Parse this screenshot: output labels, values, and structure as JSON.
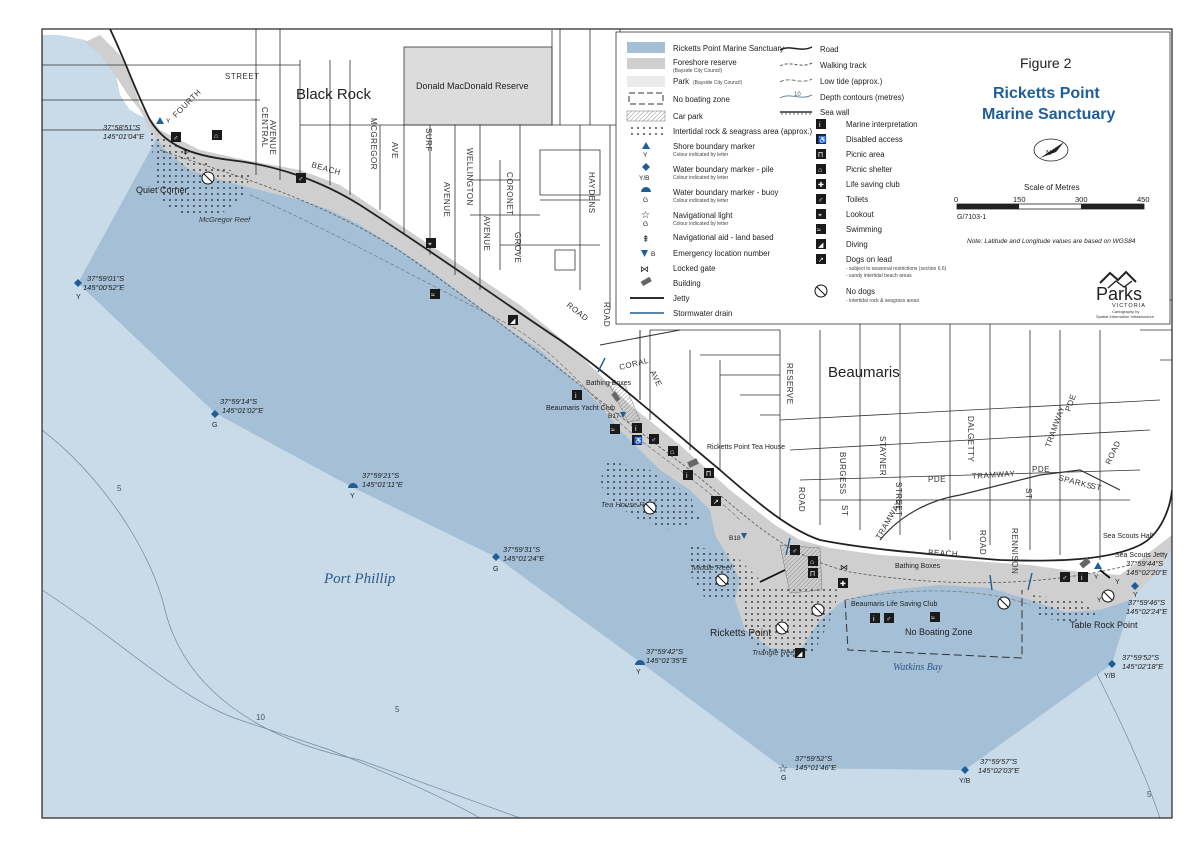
{
  "figure": {
    "label": "Figure 2",
    "title_line1": "Ricketts Point",
    "title_line2": "Marine Sanctuary",
    "title_color": "#1f5e96",
    "scale_title": "Scale of Metres",
    "scale_ticks": [
      "0",
      "150",
      "300",
      "450"
    ],
    "ref": "G/7103-1",
    "note": "Note: Latitude and Longitude values are based on WGS84",
    "brand": "Parks",
    "brand_sub": "VICTORIA",
    "credit_line1": "Cartography by",
    "credit_line2": "Spatial Information Infrastructure"
  },
  "colors": {
    "sanctuary": "#a4bfd6",
    "sea": "#c9dae8",
    "foreshore": "#cfcfcf",
    "land": "#ffffff",
    "road": "#333333",
    "accent": "#1f5e96"
  },
  "legend": {
    "left": [
      {
        "label": "Ricketts Point Marine Sanctuary",
        "sub": ""
      },
      {
        "label": "Foreshore reserve",
        "sub": "(Bayside City Council)"
      },
      {
        "label": "Park",
        "sub": "(Bayside City Council)"
      },
      {
        "label": "No boating zone",
        "sub": ""
      },
      {
        "label": "Car park",
        "sub": ""
      },
      {
        "label": "Intertidal rock & seagrass area (approx.)",
        "sub": ""
      },
      {
        "label": "Shore boundary marker",
        "sub": "Colour indicated by letter"
      },
      {
        "label": "Water boundary marker - pile",
        "sub": "Colour indicated by letter"
      },
      {
        "label": "Water boundary marker - buoy",
        "sub": "Colour indicated by letter"
      },
      {
        "label": "Navigational light",
        "sub": "Colour indicated by letter"
      },
      {
        "label": "Navigational aid - land based",
        "sub": ""
      },
      {
        "label": "Emergency location number",
        "sub": ""
      },
      {
        "label": "Locked gate",
        "sub": ""
      },
      {
        "label": "Building",
        "sub": ""
      },
      {
        "label": "Jetty",
        "sub": ""
      },
      {
        "label": "Stormwater drain",
        "sub": ""
      }
    ],
    "letters": {
      "y": "Y",
      "yb": "Y/B",
      "g": "G",
      "b": "B",
      "depth": "10"
    },
    "right": [
      {
        "label": "Road",
        "sub": ""
      },
      {
        "label": "Walking track",
        "sub": ""
      },
      {
        "label": "Low tide (approx.)",
        "sub": ""
      },
      {
        "label": "Depth contours (metres)",
        "sub": ""
      },
      {
        "label": "Sea wall",
        "sub": ""
      },
      {
        "label": "Marine interpretation",
        "sub": ""
      },
      {
        "label": "Disabled access",
        "sub": ""
      },
      {
        "label": "Picnic area",
        "sub": ""
      },
      {
        "label": "Picnic shelter",
        "sub": ""
      },
      {
        "label": "Life saving club",
        "sub": ""
      },
      {
        "label": "Toilets",
        "sub": ""
      },
      {
        "label": "Lookout",
        "sub": ""
      },
      {
        "label": "Swimming",
        "sub": ""
      },
      {
        "label": "Diving",
        "sub": ""
      },
      {
        "label": "Dogs on lead",
        "sub": "- subject to seasonal restrictions (section 6.6)",
        "sub2": "- sandy intertidal beach areas"
      },
      {
        "label": "No dogs",
        "sub": "- intertidal rock & seagrass areas"
      }
    ]
  },
  "places": {
    "black_rock": "Black Rock",
    "beaumaris": "Beaumaris",
    "donald": "Donald MacDonald Reserve",
    "port_phillip": "Port Phillip",
    "watkins_bay": "Watkins Bay",
    "quiet_corner": "Quiet Corner",
    "ricketts_point": "Ricketts Point",
    "table_rock_point": "Table Rock Point",
    "mcgregor_reef": "McGregor Reef",
    "tea_house_reef": "Tea House Reef",
    "middle_reef": "Middle Reef",
    "triangle_reef": "Triangle Reef",
    "bathing_boxes_1": "Bathing Boxes",
    "bathing_boxes_2": "Bathing Boxes",
    "yacht_club": "Beaumaris Yacht Club",
    "tea_house": "Ricketts Point Tea House",
    "life_saving_club": "Beaumaris Life Saving Club",
    "no_boating": "No Boating Zone",
    "sea_scouts_hall": "Sea Scouts Hall",
    "sea_scouts_jetty": "Sea Scouts Jetty",
    "b17": "B17",
    "b18": "B18"
  },
  "streets": {
    "fourth": "FOURTH",
    "street": "STREET",
    "central": "CENTRAL",
    "avenue1": "AVENUE",
    "mcgregor": "MCGREGOR",
    "ave1": "AVE",
    "surf": "SURF",
    "avenue2": "AVENUE",
    "wellington": "WELLINGTON",
    "avenue3": "AVENUE",
    "coronet": "CORONET",
    "grove": "GROVE",
    "haydens": "HAYDENS",
    "beach1": "BEACH",
    "road1": "ROAD",
    "coral": "CORAL",
    "ave2": "AVE",
    "reserve": "RESERVE",
    "road2": "ROAD",
    "burgess": "BURGESS",
    "st1": "ST",
    "stayner": "STAYNER",
    "street2": "STREET",
    "tramway1": "TRAMWAY",
    "tramway2": "TRAMWAY",
    "tramway3": "TRAMWAY",
    "pde1": "PDE",
    "pde2": "PDE",
    "pde3": "PDE",
    "dalgetty": "DALGETTY",
    "road3": "ROAD",
    "rennison": "RENNISON",
    "st2": "ST",
    "sparks": "SPARKS",
    "st3": "ST",
    "road4": "ROAD",
    "beach2": "BEACH",
    "road5": "ROAD"
  },
  "markers": [
    {
      "lat": "37°58'51\"S",
      "lon": "145°01'04\"E",
      "letter": "Y"
    },
    {
      "lat": "37°59'01\"S",
      "lon": "145°00'52\"E",
      "letter": "Y"
    },
    {
      "lat": "37°59'14\"S",
      "lon": "145°01'02\"E",
      "letter": "G"
    },
    {
      "lat": "37°59'21\"S",
      "lon": "145°01'11\"E",
      "letter": "Y"
    },
    {
      "lat": "37°59'31\"S",
      "lon": "145°01'24\"E",
      "letter": "G"
    },
    {
      "lat": "37°59'42\"S",
      "lon": "145°01'35\"E",
      "letter": "Y"
    },
    {
      "lat": "37°59'52\"S",
      "lon": "145°01'46\"E",
      "letter": "G"
    },
    {
      "lat": "37°59'57\"S",
      "lon": "145°02'03\"E",
      "letter": "Y/B"
    },
    {
      "lat": "37°59'52\"S",
      "lon": "145°02'18\"E",
      "letter": "Y/B"
    },
    {
      "lat": "37°59'46\"S",
      "lon": "145°02'24\"E",
      "letter": "Y"
    },
    {
      "lat": "37°59'44\"S",
      "lon": "145°02'20\"E",
      "letter": "Y"
    }
  ],
  "depths": {
    "d1": "5",
    "d2": "5",
    "d3": "10",
    "d4": "5"
  },
  "map_letters": {
    "y_top": "Y",
    "y_scouts": "Y",
    "y_jetty": "Y"
  }
}
